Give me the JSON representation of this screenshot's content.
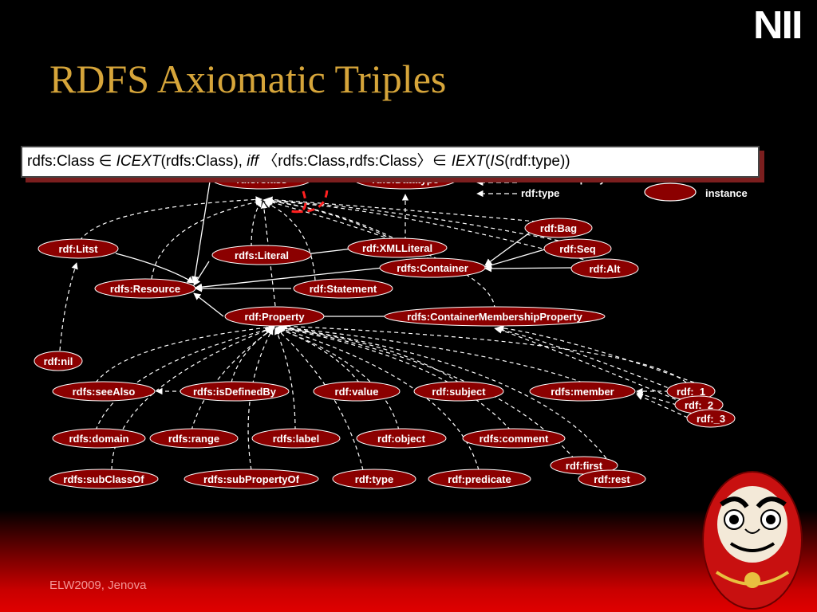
{
  "logo": "NII",
  "title": "RDFS Axiomatic Triples",
  "callout": {
    "part1": "rdfs:Class ∈ ",
    "part2": "ICEXT",
    "part3": "(rdfs:Class),  ",
    "part4": "iff",
    "part5": " 〈rdfs:Class,rdfs:Class〉∈ ",
    "part6": "IEXT",
    "part7": "(",
    "part8": "IS",
    "part9": "(rdf:type))"
  },
  "legend": {
    "subproperty_label": "rdfs:subPropertyOf",
    "type_label": "rdf:type",
    "instance_label": "instance",
    "instance_color": "#8b0000"
  },
  "nodes": {
    "class": "rdfs:Class",
    "datatype": "rdfs:Datatype",
    "litst": "rdf:Litst",
    "literal": "rdfs:Literal",
    "xmlliteral": "rdf:XMLLiteral",
    "bag": "rdf:Bag",
    "seq": "rdf:Seq",
    "alt": "rdf:Alt",
    "container": "rdfs:Container",
    "resource": "rdfs:Resource",
    "statement": "rdf:Statement",
    "property": "rdf:Property",
    "cmp": "rdfs:ContainerMembershipProperty",
    "nil": "rdf:nil",
    "seealso": "rdfs:seeAlso",
    "isdefinedby": "rdfs:isDefinedBy",
    "value": "rdf:value",
    "subject": "rdf:subject",
    "member": "rdfs:member",
    "m1": "rdf:_1",
    "m2": "rdf:_2",
    "m3": "rdf:_3",
    "domain": "rdfs:domain",
    "range": "rdfs:range",
    "label": "rdfs:label",
    "object": "rdf:object",
    "comment": "rdfs:comment",
    "first": "rdf:first",
    "subclassof": "rdfs:subClassOf",
    "subpropertyof": "rdfs:subPropertyOf",
    "type": "rdf:type",
    "predicate": "rdf:predicate",
    "rest": "rdf:rest"
  },
  "footer": "ELW2009, Jenova",
  "colors": {
    "title": "#d6a53a",
    "node_fill": "#8b0000",
    "node_stroke": "#ffffff",
    "highlight_edge": "#ff2020",
    "callout_shadow": "#7b1e1e"
  }
}
